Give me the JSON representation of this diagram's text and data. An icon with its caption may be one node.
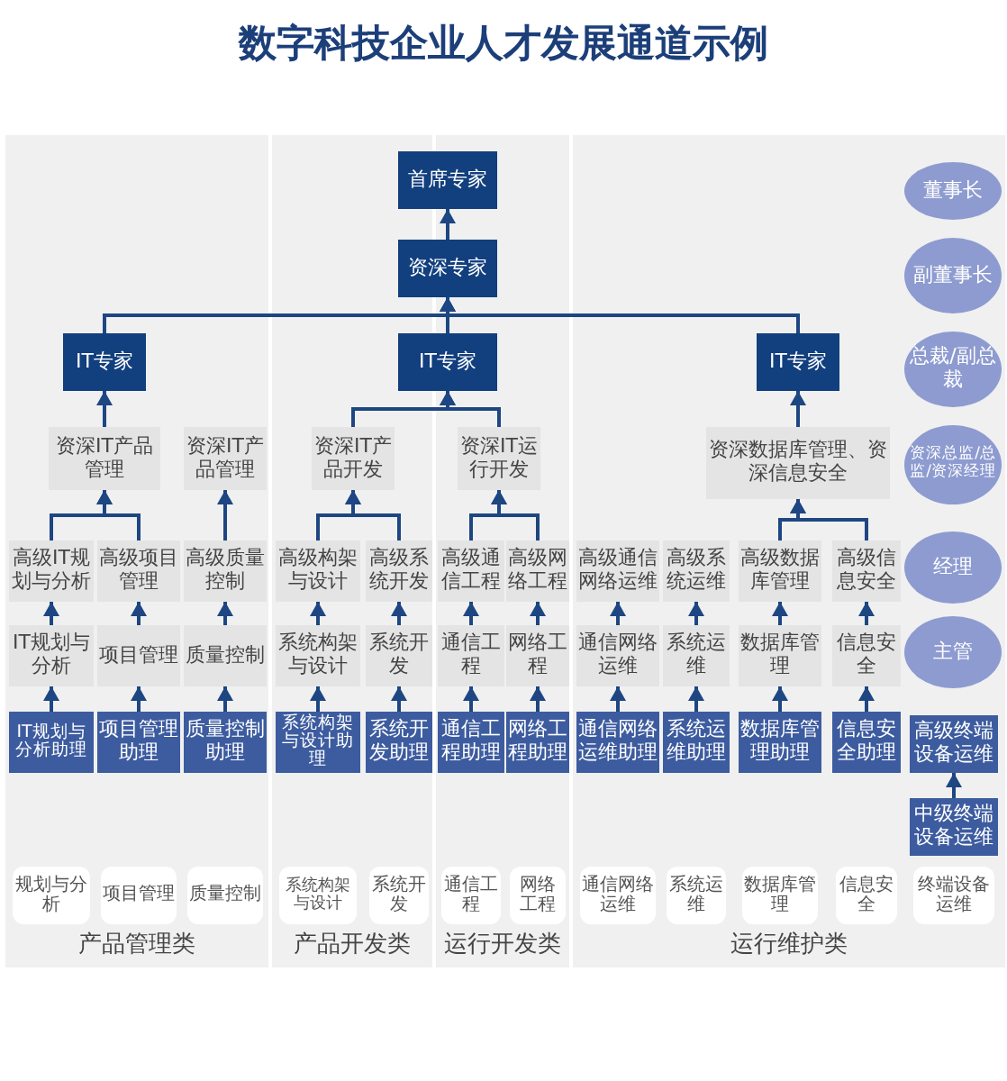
{
  "diagram": {
    "title": "数字科技企业人才发展通道示例",
    "nodes": [
      {
        "text": [
          "产品管理类"
        ]
      },
      {
        "text": [
          "产品开发类"
        ]
      },
      {
        "text": [
          "运行开发类"
        ]
      },
      {
        "text": [
          "运行维护类"
        ]
      },
      {
        "text": [
          "首席专家"
        ]
      },
      {
        "text": [
          "资深专家"
        ]
      },
      {
        "text": [
          "IT专家"
        ],
        "in": 0
      },
      {
        "text": [
          "IT专家"
        ]
      },
      {
        "text": [
          "IT专家"
        ],
        "in": 3
      },
      {
        "text": [
          "资深IT产品管理"
        ],
        "in": 0
      },
      {
        "text": [
          "资深IT产品管理"
        ],
        "in": 0
      },
      {
        "text": [
          "资深IT产品开发"
        ],
        "in": 1
      },
      {
        "text": [
          "资深IT运行开发"
        ],
        "in": 2
      },
      {
        "text": [
          "资深数据库管理、资深信息安全"
        ],
        "in": 3
      },
      {
        "text": [
          "董事长"
        ],
        "in": 3
      },
      {
        "text": [
          "副董事长"
        ],
        "in": 3
      },
      {
        "text": [
          "总裁/副总裁"
        ],
        "in": 3
      },
      {
        "text": [
          "资深总监/总监/资深经理"
        ],
        "in": 3
      },
      {
        "text": [
          "经理"
        ],
        "in": 3
      },
      {
        "text": [
          "主管"
        ],
        "in": 3
      },
      {
        "text": [
          "高级IT规划与分析"
        ],
        "in": 0
      },
      {
        "text": [
          "高级项目管理"
        ],
        "in": 0
      },
      {
        "text": [
          "高级质量控制"
        ],
        "in": 0
      },
      {
        "text": [
          "高级构架与设计"
        ],
        "in": 1
      },
      {
        "text": [
          "高级系统开发"
        ],
        "in": 1
      },
      {
        "text": [
          "高级通信工程"
        ],
        "in": 2
      },
      {
        "text": [
          "高级网络工程"
        ],
        "in": 2
      },
      {
        "text": [
          "高级通信网络运维"
        ],
        "in": 3
      },
      {
        "text": [
          "高级系统运维"
        ],
        "in": 3
      },
      {
        "text": [
          "高级数据库管理"
        ],
        "in": 3
      },
      {
        "text": [
          "高级信息安全"
        ],
        "in": 3
      },
      {
        "text": [
          "IT规划与分析"
        ],
        "in": 0
      },
      {
        "text": [
          "项目管理"
        ],
        "in": 0
      },
      {
        "text": [
          "质量控制"
        ],
        "in": 0
      },
      {
        "text": [
          "系统构架与设计"
        ],
        "in": 1
      },
      {
        "text": [
          "系统开发"
        ],
        "in": 1
      },
      {
        "text": [
          "通信工程"
        ],
        "in": 2
      },
      {
        "text": [
          "网络工程"
        ],
        "in": 2
      },
      {
        "text": [
          "通信网络运维"
        ],
        "in": 3
      },
      {
        "text": [
          "系统运维"
        ],
        "in": 3
      },
      {
        "text": [
          "数据库管理"
        ],
        "in": 3
      },
      {
        "text": [
          "信息安全"
        ],
        "in": 3
      },
      {
        "text": [
          "IT规划与分析助理"
        ],
        "in": 0
      },
      {
        "text": [
          "项目管理助理"
        ],
        "in": 0
      },
      {
        "text": [
          "质量控制助理"
        ],
        "in": 0
      },
      {
        "text": [
          "系统构架与设计助理"
        ],
        "in": 1
      },
      {
        "text": [
          "系统开发助理"
        ],
        "in": 1
      },
      {
        "text": [
          "通信工程助理"
        ],
        "in": 2
      },
      {
        "text": [
          "网络工程助理"
        ],
        "in": 2
      },
      {
        "text": [
          "通信网络运维助理"
        ],
        "in": 3
      },
      {
        "text": [
          "系统运维助理"
        ],
        "in": 3
      },
      {
        "text": [
          "数据库管理助理"
        ],
        "in": 3
      },
      {
        "text": [
          "信息安全助理"
        ],
        "in": 3
      },
      {
        "text": [
          "高级终端设备运维"
        ],
        "in": 3
      },
      {
        "text": [
          "中级终端设备运维"
        ],
        "in": 3
      },
      {
        "text": [
          "规划与分析"
        ],
        "in": 0
      },
      {
        "text": [
          "项目管理"
        ],
        "in": 0
      },
      {
        "text": [
          "质量控制"
        ],
        "in": 0
      },
      {
        "text": [
          "系统构架与设计"
        ],
        "in": 1
      },
      {
        "text": [
          "系统开发"
        ],
        "in": 1
      },
      {
        "text": [
          "通信工程"
        ],
        "in": 2
      },
      {
        "text": [
          "网络工程"
        ],
        "in": 2
      },
      {
        "text": [
          "通信网络运维"
        ],
        "in": 3
      },
      {
        "text": [
          "系统运维"
        ],
        "in": 3
      },
      {
        "text": [
          "数据库管理"
        ],
        "in": 3
      },
      {
        "text": [
          "信息安全"
        ],
        "in": 3
      },
      {
        "text": [
          "终端设备运维"
        ],
        "in": 3
      }
    ],
    "edges": [
      {
        "from": 5,
        "to": 4,
        "arrow": "to"
      },
      {
        "from": 6,
        "to": 5,
        "arrow": "to"
      },
      {
        "from": 7,
        "to": 5,
        "arrow": "to"
      },
      {
        "from": 8,
        "to": 5,
        "arrow": "to"
      },
      {
        "from": 9,
        "to": 6,
        "arrow": "to"
      },
      {
        "from": 11,
        "to": 7,
        "arrow": "to"
      },
      {
        "from": 12,
        "to": 7,
        "arrow": "to"
      },
      {
        "from": 13,
        "to": 8,
        "arrow": "to"
      },
      {
        "from": 20,
        "to": 9,
        "arrow": "to"
      },
      {
        "from": 21,
        "to": 9,
        "arrow": "to"
      },
      {
        "from": 22,
        "to": 10,
        "arrow": "to"
      },
      {
        "from": 23,
        "to": 11,
        "arrow": "to"
      },
      {
        "from": 24,
        "to": 11,
        "arrow": "to"
      },
      {
        "from": 25,
        "to": 12,
        "arrow": "to"
      },
      {
        "from": 26,
        "to": 12,
        "arrow": "to"
      },
      {
        "from": 29,
        "to": 13,
        "arrow": "to"
      },
      {
        "from": 30,
        "to": 13,
        "arrow": "to"
      },
      {
        "from": 31,
        "to": 20,
        "arrow": "to"
      },
      {
        "from": 32,
        "to": 21,
        "arrow": "to"
      },
      {
        "from": 33,
        "to": 22,
        "arrow": "to"
      },
      {
        "from": 34,
        "to": 23,
        "arrow": "to"
      },
      {
        "from": 35,
        "to": 24,
        "arrow": "to"
      },
      {
        "from": 36,
        "to": 25,
        "arrow": "to"
      },
      {
        "from": 37,
        "to": 26,
        "arrow": "to"
      },
      {
        "from": 38,
        "to": 27,
        "arrow": "to"
      },
      {
        "from": 39,
        "to": 28,
        "arrow": "to"
      },
      {
        "from": 40,
        "to": 29,
        "arrow": "to"
      },
      {
        "from": 41,
        "to": 30,
        "arrow": "to"
      },
      {
        "from": 42,
        "to": 31,
        "arrow": "to"
      },
      {
        "from": 43,
        "to": 32,
        "arrow": "to"
      },
      {
        "from": 44,
        "to": 33,
        "arrow": "to"
      },
      {
        "from": 45,
        "to": 34,
        "arrow": "to"
      },
      {
        "from": 46,
        "to": 35,
        "arrow": "to"
      },
      {
        "from": 47,
        "to": 36,
        "arrow": "to"
      },
      {
        "from": 48,
        "to": 37,
        "arrow": "to"
      },
      {
        "from": 49,
        "to": 38,
        "arrow": "to"
      },
      {
        "from": 50,
        "to": 39,
        "arrow": "to"
      },
      {
        "from": 51,
        "to": 40,
        "arrow": "to"
      },
      {
        "from": 52,
        "to": 41,
        "arrow": "to"
      },
      {
        "from": 54,
        "to": 53,
        "arrow": "to"
      }
    ]
  }
}
